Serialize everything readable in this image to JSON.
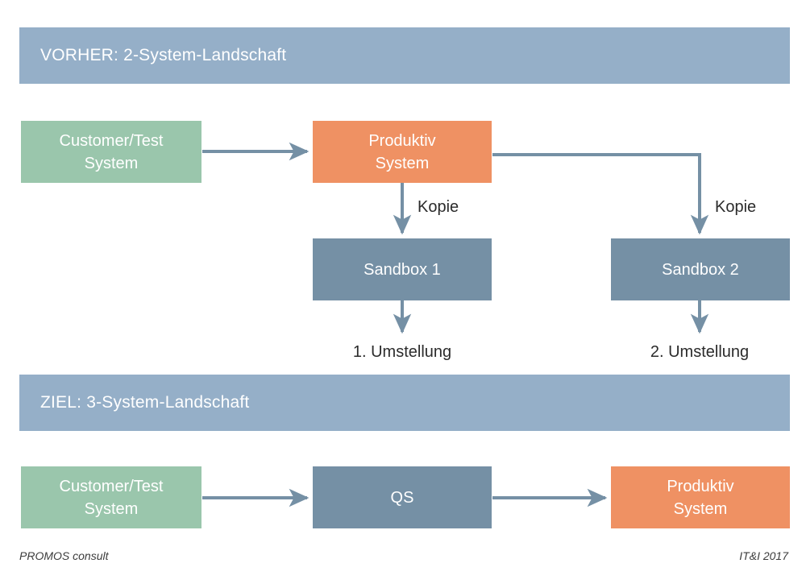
{
  "document": {
    "title": "VORHER / ZIEL System-Landschaft",
    "background_color": "#ffffff"
  },
  "palette": {
    "banner": "#95afc8",
    "green": "#9ac6ac",
    "orange": "#ef9163",
    "slate": "#7590a5",
    "connector": "#7590a5",
    "label_text": "#2b2b2b",
    "node_text": "#ffffff"
  },
  "sections": {
    "before": {
      "banner_label": "VORHER: 2-System-Landschaft"
    },
    "target": {
      "banner_label": "ZIEL: 3-System-Landschaft"
    }
  },
  "nodes": {
    "before_customer_test": "Customer/Test\nSystem",
    "before_produktiv": "Produktiv\nSystem",
    "sandbox_1": "Sandbox 1",
    "sandbox_2": "Sandbox 2",
    "target_customer_test": "Customer/Test\nSystem",
    "target_qs": "QS",
    "target_produktiv": "Produktiv\nSystem"
  },
  "edge_labels": {
    "kopie_left": "Kopie",
    "kopie_right": "Kopie",
    "umstellung_1": "1. Umstellung",
    "umstellung_2": "2. Umstellung"
  },
  "footer": {
    "left": "PROMOS consult",
    "right": "IT&I 2017"
  }
}
